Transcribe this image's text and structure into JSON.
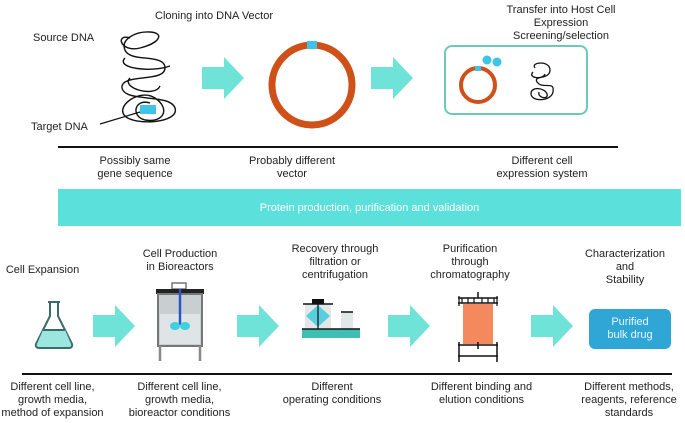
{
  "top_row": {
    "source_dna_label": "Source DNA",
    "target_dna_label": "Target DNA",
    "cloning_label": "Cloning into DNA Vector",
    "transfer_label": "Transfer into Host Cell\nExpression\nScreening/selection",
    "notes": [
      "Possibly same\ngene sequence",
      "Probably different\nvector",
      "Different cell\nexpression system"
    ]
  },
  "banner": {
    "label": "Protein production, purification and validation"
  },
  "bottom_row": {
    "steps": [
      {
        "title": "Cell Expansion",
        "note": "Different cell line,\ngrowth media,\nmethod of expansion"
      },
      {
        "title": "Cell Production\nin Bioreactors",
        "note": "Different cell line,\ngrowth media,\nbioreactor conditions"
      },
      {
        "title": "Recovery through\nfiltration or\ncentrifugation",
        "note": "Different\noperating conditions"
      },
      {
        "title": "Purification\nthrough\nchromatography",
        "note": "Different binding and\nelution conditions"
      },
      {
        "title": "Characterization\nand\nStability",
        "note": "Different methods,\nreagents, reference\nstandards"
      }
    ],
    "product_label": "Purified\nbulk drug"
  },
  "colors": {
    "arrow": "#6fe3d8",
    "banner": "#5ce0dc",
    "vector": "#d0501a",
    "insert": "#3fc3e6",
    "product": "#2fa6d6",
    "chromatography_column": "#f4895e"
  }
}
